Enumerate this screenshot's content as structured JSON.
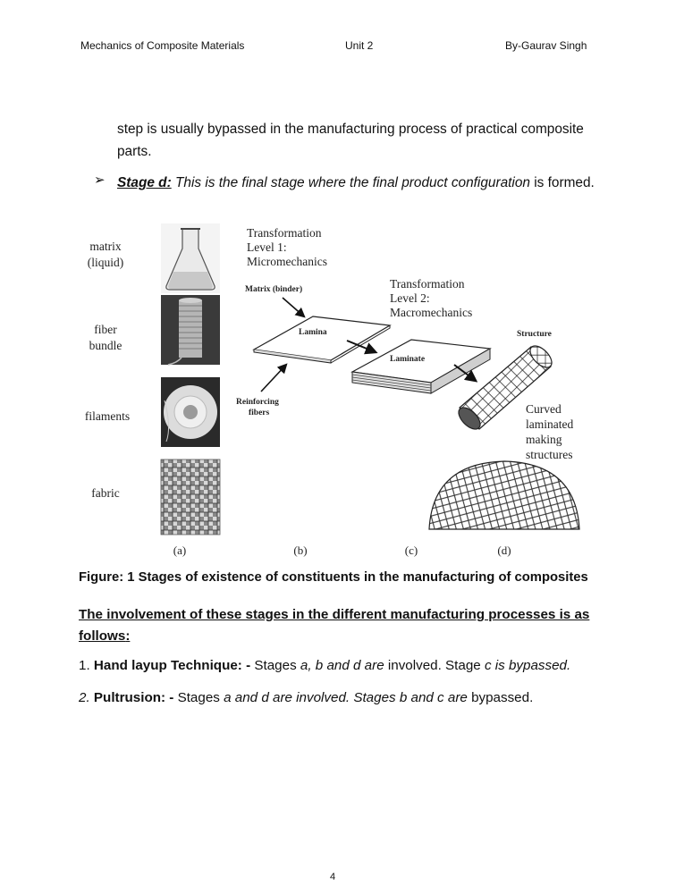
{
  "header": {
    "left": "Mechanics of Composite Materials",
    "center": "Unit 2",
    "right": "By-Gaurav Singh"
  },
  "paragraph1": "step is usually bypassed in the manufacturing process of practical composite parts.",
  "bullet": {
    "symbol": "➢",
    "label": "Stage d:",
    "italic_text": "This is the final stage where the final product configuration",
    "rest": "is formed."
  },
  "figure": {
    "left_labels": [
      "matrix",
      "(liquid)",
      "fiber",
      "bundle",
      "filaments",
      "fabric"
    ],
    "transformation1": [
      "Transformation",
      "Level 1:",
      "Micromechanics"
    ],
    "transformation2": [
      "Transformation",
      "Level 2:",
      "Macromechanics"
    ],
    "matrix_binder": "Matrix (binder)",
    "lamina": "Lamina",
    "laminate": "Laminate",
    "structure": "Structure",
    "reinforcing": [
      "Reinforcing",
      "fibers"
    ],
    "curved": [
      "Curved",
      "laminated",
      "making",
      "structures"
    ],
    "panel_labels": [
      "(a)",
      "(b)",
      "(c)",
      "(d)"
    ]
  },
  "caption": "Figure: 1 Stages of existence of constituents in the manufacturing of composites",
  "heading": {
    "text": "The involvement of these stages in the different manufacturing processes is as follows",
    "colon": ":"
  },
  "list": [
    {
      "num": "1.",
      "title": "Hand layup Technique: -",
      "t1": "Stages",
      "i1": "a, b and d are",
      "t2": "involved. Stage",
      "i2": "c is bypassed."
    },
    {
      "num": "2.",
      "title": "Pultrusion: -",
      "t1": "Stages",
      "i1": "a and d are involved. Stages b and c are",
      "t2": "bypassed."
    }
  ],
  "page_number": "4"
}
